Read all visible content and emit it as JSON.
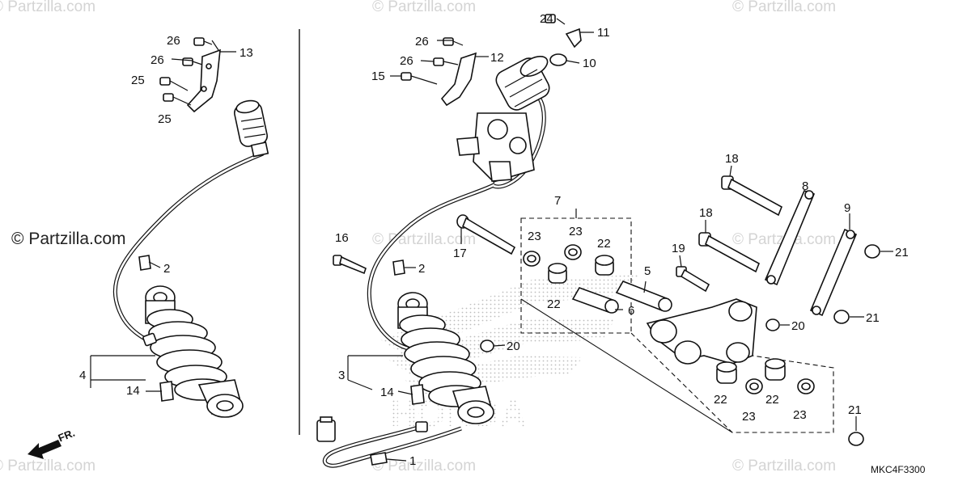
{
  "diagram": {
    "code": "MKC4F3300",
    "front_label": "FR.",
    "watermark": "Partzilla.com",
    "watermark_symbol": "©",
    "brand_background": "HONDA",
    "callouts": [
      {
        "id": "c26a",
        "text": "26"
      },
      {
        "id": "c13",
        "text": "13"
      },
      {
        "id": "c26b",
        "text": "26"
      },
      {
        "id": "c25a",
        "text": "25"
      },
      {
        "id": "c25b",
        "text": "25"
      },
      {
        "id": "c2a",
        "text": "2"
      },
      {
        "id": "c4",
        "text": "4"
      },
      {
        "id": "c14a",
        "text": "14"
      },
      {
        "id": "c24",
        "text": "24"
      },
      {
        "id": "c11",
        "text": "11"
      },
      {
        "id": "c10",
        "text": "10"
      },
      {
        "id": "c26c",
        "text": "26"
      },
      {
        "id": "c12",
        "text": "12"
      },
      {
        "id": "c26d",
        "text": "26"
      },
      {
        "id": "c15",
        "text": "15"
      },
      {
        "id": "c16",
        "text": "16"
      },
      {
        "id": "c17",
        "text": "17"
      },
      {
        "id": "c2b",
        "text": "2"
      },
      {
        "id": "c3",
        "text": "3"
      },
      {
        "id": "c14b",
        "text": "14"
      },
      {
        "id": "c1",
        "text": "1"
      },
      {
        "id": "c20a",
        "text": "20"
      },
      {
        "id": "c7",
        "text": "7"
      },
      {
        "id": "c23a",
        "text": "23"
      },
      {
        "id": "c23b",
        "text": "23"
      },
      {
        "id": "c22a",
        "text": "22"
      },
      {
        "id": "c22b",
        "text": "22"
      },
      {
        "id": "c5",
        "text": "5"
      },
      {
        "id": "c6",
        "text": "6"
      },
      {
        "id": "c19",
        "text": "19"
      },
      {
        "id": "c18a",
        "text": "18"
      },
      {
        "id": "c18b",
        "text": "18"
      },
      {
        "id": "c8",
        "text": "8"
      },
      {
        "id": "c9",
        "text": "9"
      },
      {
        "id": "c21a",
        "text": "21"
      },
      {
        "id": "c20b",
        "text": "20"
      },
      {
        "id": "c21b",
        "text": "21"
      },
      {
        "id": "c22c",
        "text": "22"
      },
      {
        "id": "c22d",
        "text": "22"
      },
      {
        "id": "c23c",
        "text": "23"
      },
      {
        "id": "c23d",
        "text": "23"
      },
      {
        "id": "c21c",
        "text": "21"
      }
    ]
  }
}
